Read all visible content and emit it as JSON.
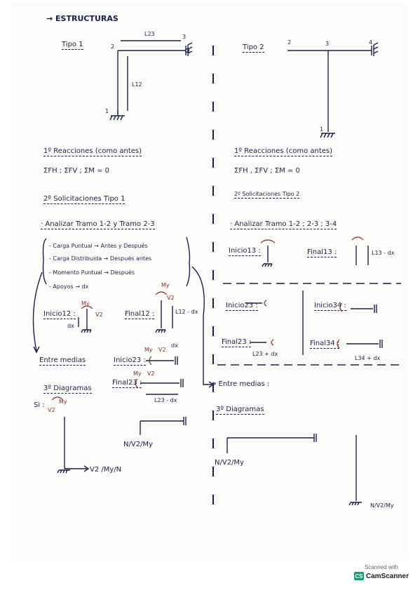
{
  "title": "→ ESTRUCTURAS",
  "left": {
    "type_label": "Tipo 1",
    "nodes": {
      "n1": "1",
      "n2": "2",
      "n3": "3"
    },
    "lengths": {
      "l23": "L23",
      "l12": "L12"
    },
    "reactions_heading": "1º Reacciones (como antes)",
    "equation": "ΣFH ; ΣFV ; ΣM = 0",
    "solicitations_heading": "2º Solicitaciones Tipo 1",
    "analyze_heading": "· Analizar Tramo 1-2 y Tramo 2-3",
    "rules": [
      "- Carga Puntual → Antes y Después",
      "- Carga Distribuida → Después antes",
      "- Momento Puntual → Después",
      "- Apoyos → dx"
    ],
    "inicio_label": "Inicio12 :",
    "final_label": "Final12 :",
    "entre_medias": "Entre medias",
    "inicio23_label": "Inicio23 :",
    "final23_label": "Final23 :",
    "diagrams_heading": "3º Diagramas",
    "si_label": "Si :",
    "diagram_label_a": "N/V2/My",
    "diagram_label_b": "V2 /My/N",
    "sym": {
      "my": "My",
      "v2": "V2",
      "n": "N",
      "dx": "dx",
      "l12dx": "L12 - dx",
      "l23dx": "L23 - dx"
    }
  },
  "right": {
    "type_label": "Tipo 2",
    "nodes": {
      "n1": "1",
      "n2": "2",
      "n3": "3",
      "n4": "4"
    },
    "reactions_heading": "1º Reacciones (como antes)",
    "equation": "ΣFH , ΣFV ; ΣM = 0",
    "solicitations_heading": "2º Solicitaciones Tipo 2",
    "analyze_heading": "· Analizar Tramo 1-2 ; 2-3 ; 3-4",
    "inicio13_label": "Inicio13 :",
    "final13_label": "Final13 :",
    "inicio23_label": "Inicio23 :",
    "inicio34_label": "Inicio34 :",
    "final23_label": "Final23 :",
    "final34_label": "Final34 :",
    "entre_medias": "→ Entre medias :",
    "diagrams_heading": "3º Diagramas",
    "diagram_label_a": "N/V2/My",
    "diagram_label_b": "N/V2/My",
    "sym": {
      "l13dx": "L13 - dx",
      "l23dx": "L23 + dx",
      "l34dx": "L34 + dx"
    }
  },
  "watermark": {
    "scanned_with": "Scanned with",
    "brand": "CamScanner",
    "badge": "CS"
  }
}
